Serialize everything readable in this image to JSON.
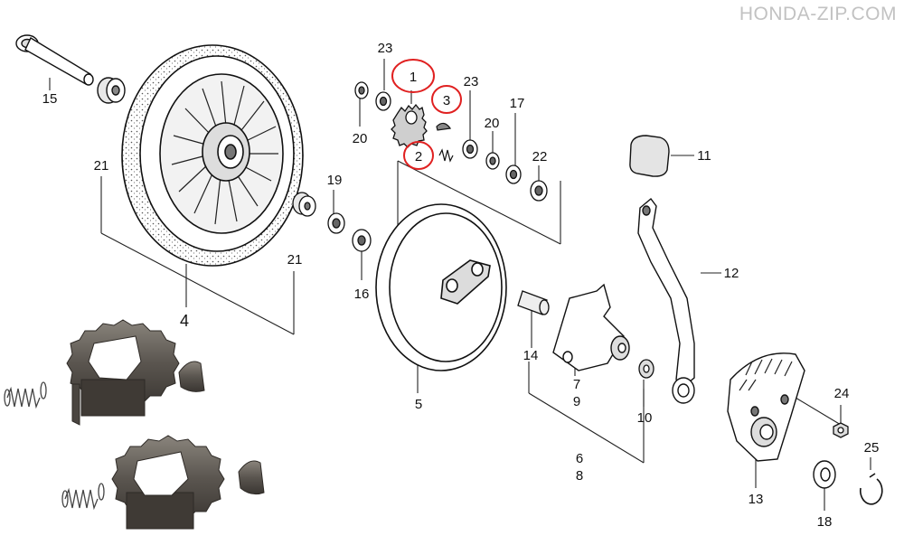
{
  "watermark": "HONDA-ZIP.COM",
  "callouts": [
    {
      "id": "c15",
      "text": "15"
    },
    {
      "id": "c21a",
      "text": "21"
    },
    {
      "id": "c4",
      "text": "4"
    },
    {
      "id": "c20a",
      "text": "20"
    },
    {
      "id": "c23a",
      "text": "23"
    },
    {
      "id": "c1",
      "text": "1",
      "highlight": true
    },
    {
      "id": "c3",
      "text": "3",
      "highlight": true
    },
    {
      "id": "c2",
      "text": "2",
      "highlight": true
    },
    {
      "id": "c23b",
      "text": "23"
    },
    {
      "id": "c20b",
      "text": "20"
    },
    {
      "id": "c17",
      "text": "17"
    },
    {
      "id": "c22",
      "text": "22"
    },
    {
      "id": "c19",
      "text": "19"
    },
    {
      "id": "c21b",
      "text": "21"
    },
    {
      "id": "c16",
      "text": "16"
    },
    {
      "id": "c5",
      "text": "5"
    },
    {
      "id": "c14",
      "text": "14"
    },
    {
      "id": "c7",
      "text": "7"
    },
    {
      "id": "c9",
      "text": "9"
    },
    {
      "id": "c6",
      "text": "6"
    },
    {
      "id": "c8",
      "text": "8"
    },
    {
      "id": "c10",
      "text": "10"
    },
    {
      "id": "c11",
      "text": "11"
    },
    {
      "id": "c12",
      "text": "12"
    },
    {
      "id": "c13",
      "text": "13"
    },
    {
      "id": "c24",
      "text": "24"
    },
    {
      "id": "c18",
      "text": "18"
    },
    {
      "id": "c25",
      "text": "25"
    }
  ],
  "colors": {
    "line": "#1a1a1a",
    "highlight_ring": "#e02020",
    "gear_metal": "#55504a",
    "watermark": "#c2c2c2"
  }
}
